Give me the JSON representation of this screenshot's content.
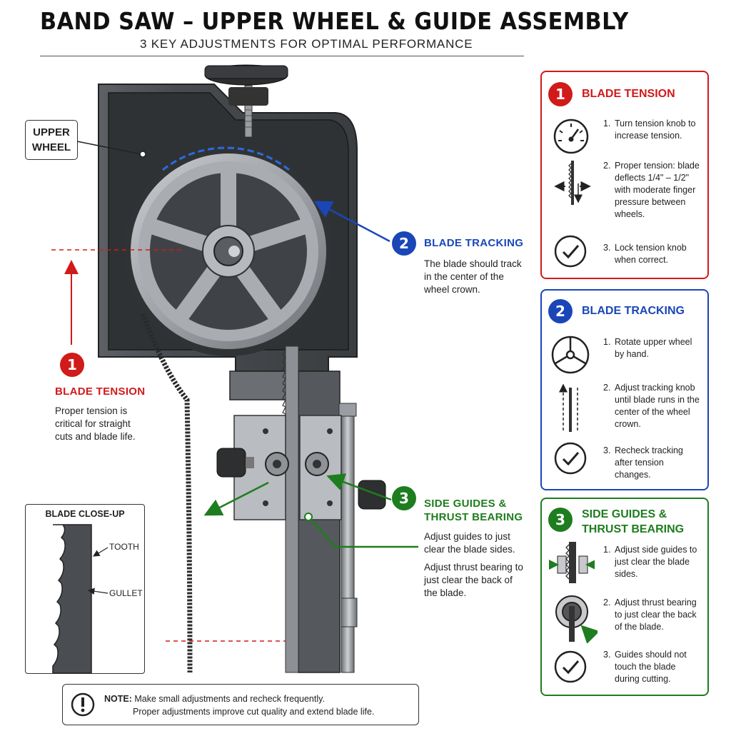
{
  "header": {
    "title": "BAND SAW – UPPER WHEEL & GUIDE ASSEMBLY",
    "subtitle": "3 KEY ADJUSTMENTS FOR OPTIMAL PERFORMANCE"
  },
  "labels": {
    "upper_wheel": [
      "UPPER",
      "WHEEL"
    ]
  },
  "callouts": [
    {
      "number": "1",
      "title": "BLADE TENSION",
      "text": "Proper tension is critical for straight cuts and blade life.",
      "color": "#d11a1a"
    },
    {
      "number": "2",
      "title": "BLADE TRACKING",
      "text": "The blade should track in the center of the wheel crown.",
      "color": "#1a46b8"
    },
    {
      "number": "3",
      "title_lines": [
        "SIDE GUIDES &",
        "THRUST BEARING"
      ],
      "paragraphs": [
        "Adjust guides to just clear the blade sides.",
        "Adjust thrust bearing to just clear the back of the blade."
      ],
      "color": "#1e7d1e"
    }
  ],
  "closeup": {
    "title": "BLADE CLOSE-UP",
    "tooth_label": "TOOTH",
    "gullet_label": "GULLET"
  },
  "note": {
    "icon": "exclamation-circle-icon",
    "label": "NOTE:",
    "line1": "Make small adjustments and recheck frequently.",
    "line2": "Proper adjustments improve cut quality and extend blade life."
  },
  "panels": [
    {
      "number": "1",
      "title": "BLADE TENSION",
      "color": "#d11a1a",
      "steps": [
        {
          "num": "1.",
          "text": "Turn tension knob to increase tension.",
          "icon": "gauge-icon"
        },
        {
          "num": "2.",
          "text": "Proper tension: blade deflects 1/4\" – 1/2\" with moderate finger pressure between wheels.",
          "icon": "blade-deflection-icon"
        },
        {
          "num": "3.",
          "text": "Lock tension knob when correct.",
          "icon": "check-circle-icon"
        }
      ]
    },
    {
      "number": "2",
      "title": "BLADE TRACKING",
      "color": "#1a46b8",
      "steps": [
        {
          "num": "1.",
          "text": "Rotate upper wheel by hand.",
          "icon": "wheel-icon"
        },
        {
          "num": "2.",
          "text": "Adjust tracking knob until blade runs in the center of the wheel crown.",
          "icon": "tracking-arrows-icon"
        },
        {
          "num": "3.",
          "text": "Recheck tracking after tension changes.",
          "icon": "check-circle-icon"
        }
      ]
    },
    {
      "number": "3",
      "title_lines": [
        "SIDE GUIDES &",
        "THRUST BEARING"
      ],
      "color": "#1e7d1e",
      "steps": [
        {
          "num": "1.",
          "text": "Adjust side guides to just clear the blade sides.",
          "icon": "side-guides-icon"
        },
        {
          "num": "2.",
          "text": "Adjust thrust bearing to just clear the back of the blade.",
          "icon": "thrust-bearing-icon"
        },
        {
          "num": "3.",
          "text": "Guides should not touch the blade during cutting.",
          "icon": "check-circle-icon"
        }
      ]
    }
  ]
}
